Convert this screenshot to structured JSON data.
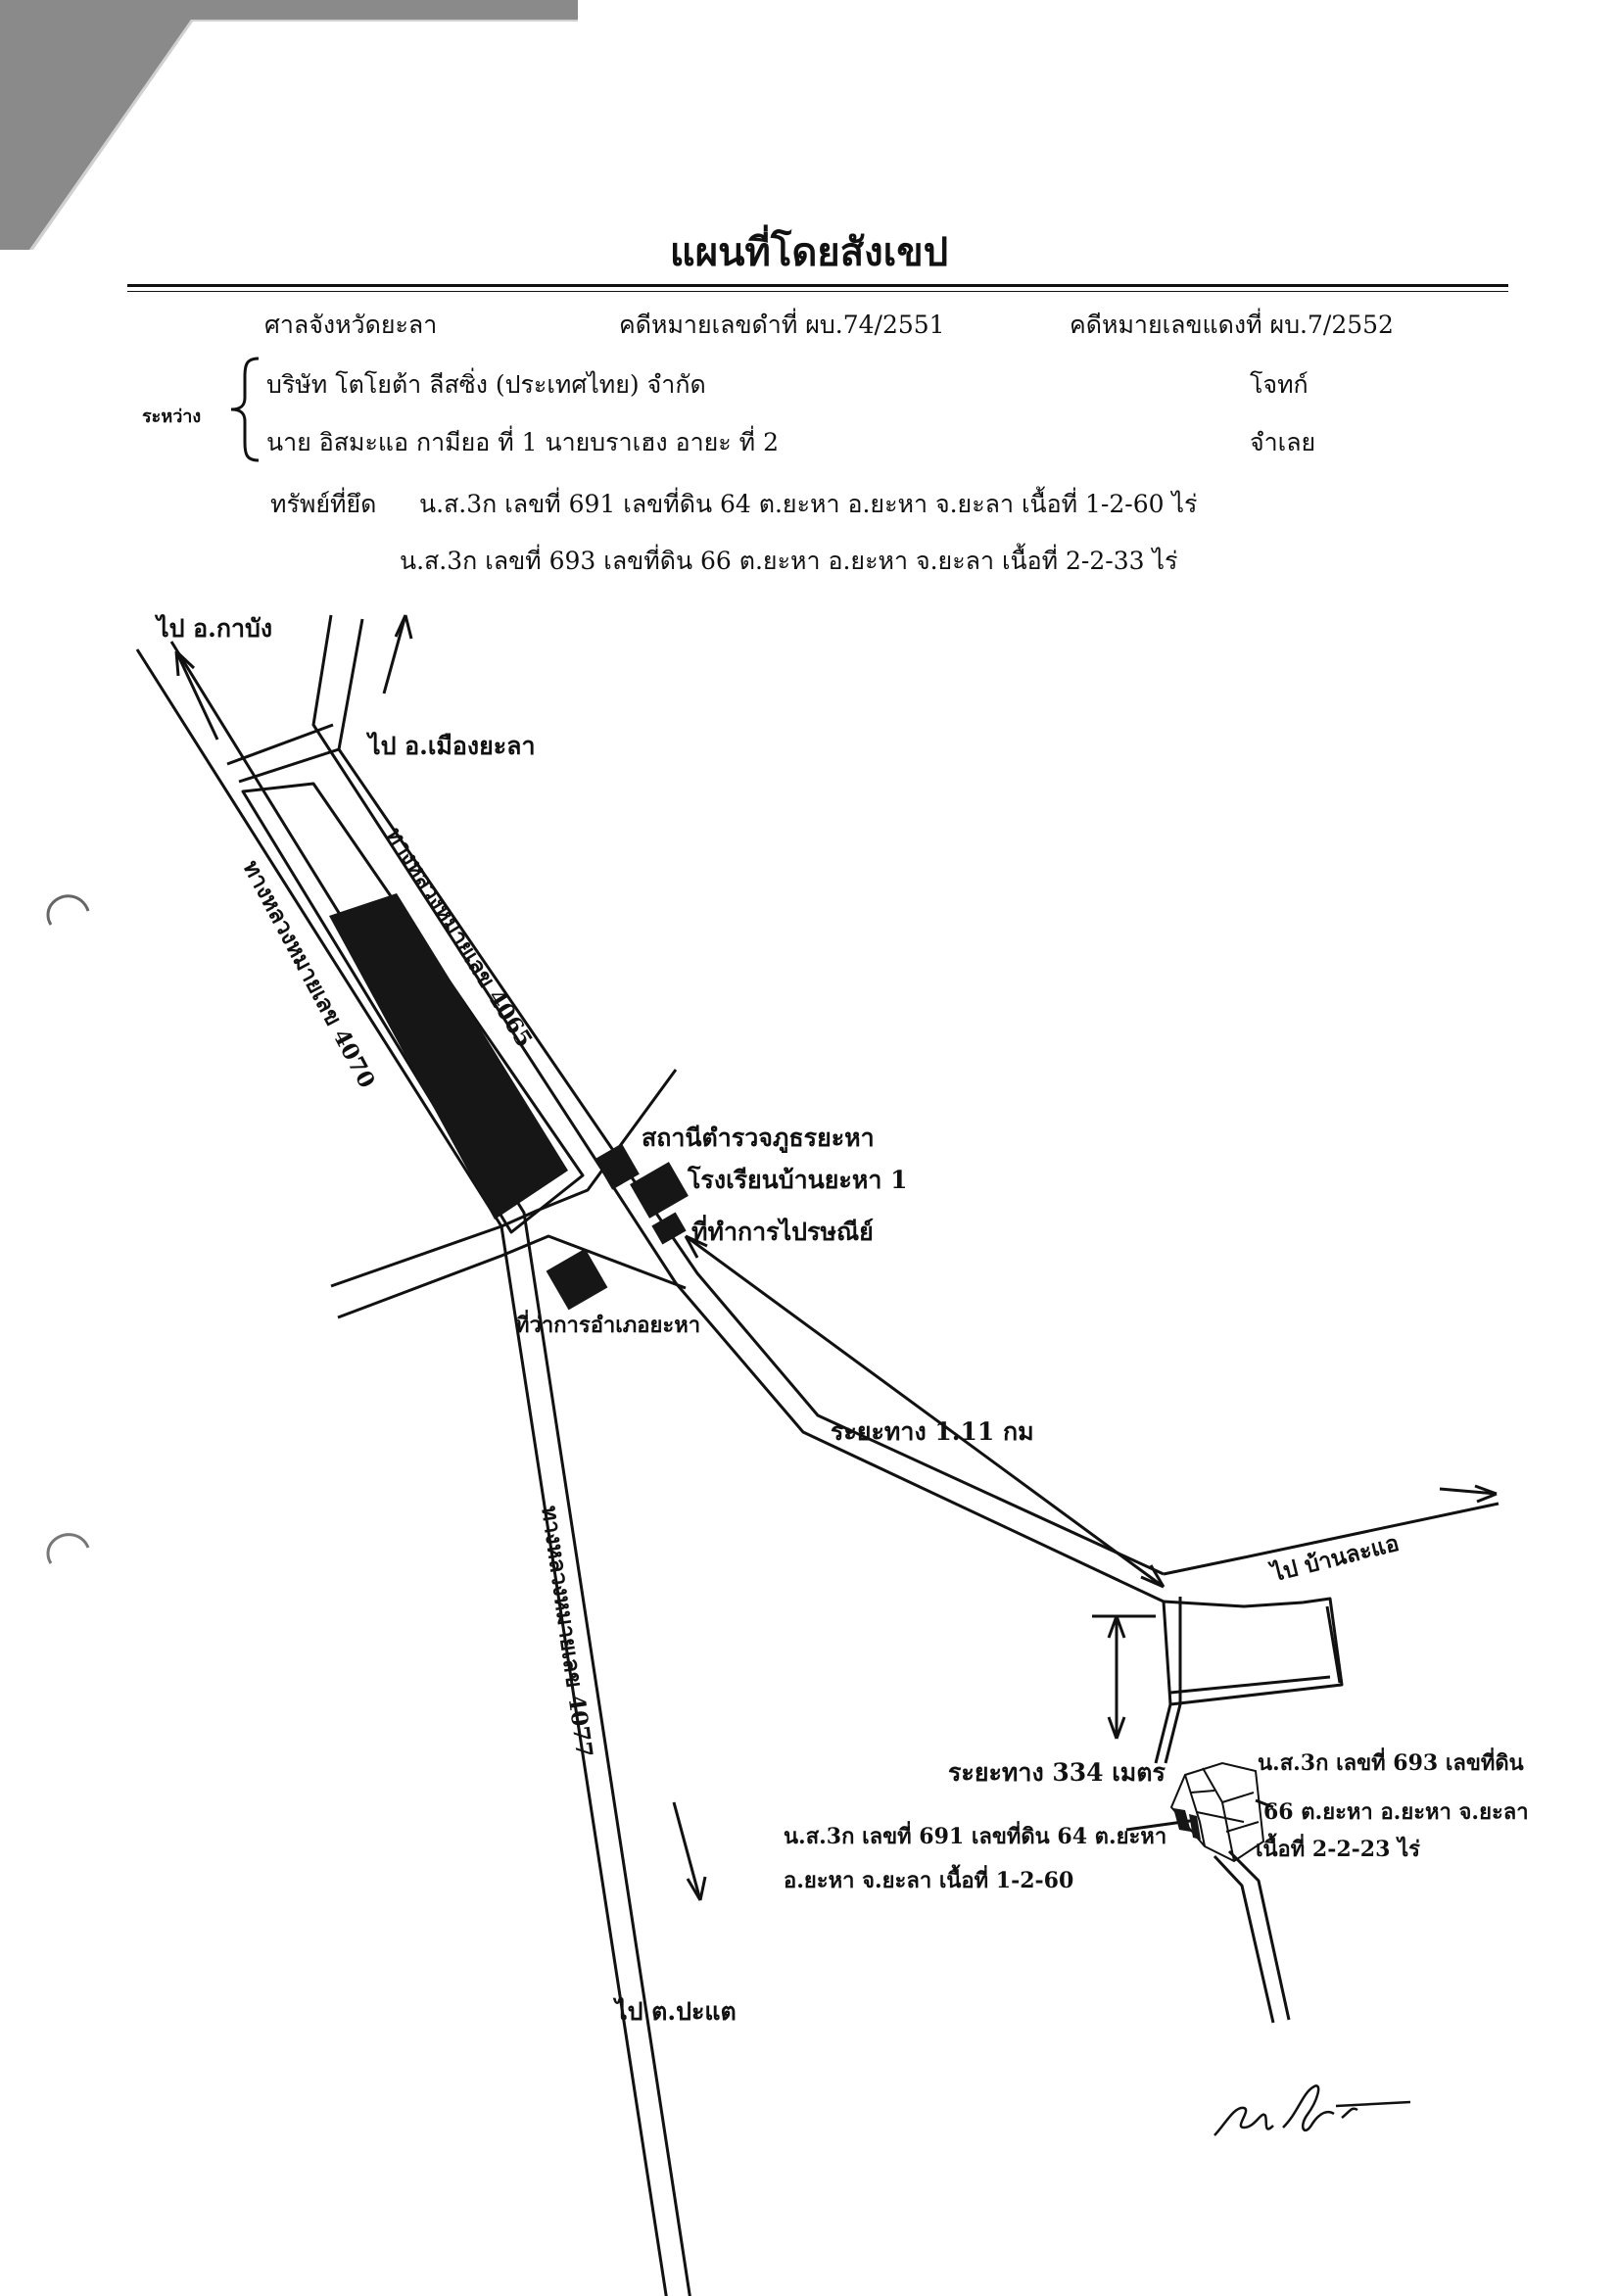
{
  "header": {
    "title": "แผนที่โดยสังเขป",
    "court": "ศาลจังหวัดยะลา",
    "black_case": "คดีหมายเลขดำที่ ผบ.74/2551",
    "red_case": "คดีหมายเลขแดงที่ ผบ.7/2552",
    "between_label": "ระหว่าง",
    "plaintiff_name": "บริษัท โตโยต้า ลีสซิ่ง (ประเทศไทย) จำกัด",
    "plaintiff_role": "โจทก์",
    "defendant_name": "นาย อิสมะแอ กามียอ ที่ 1 นายบราเฮง อายะ ที่ 2",
    "defendant_role": "จำเลย",
    "seized_label": "ทรัพย์ที่ยึด",
    "seized_1": "น.ส.3ก เลขที่ 691 เลขที่ดิน 64 ต.ยะหา อ.ยะหา จ.ยะลา เนื้อที่ 1-2-60 ไร่",
    "seized_2": "น.ส.3ก เลขที่ 693 เลขที่ดิน 66 ต.ยะหา อ.ยะหา จ.ยะลา เนื้อที่ 2-2-33 ไร่"
  },
  "map": {
    "to_kabang": "ไป อ.กาบัง",
    "to_mueang_yala": "ไป อ.เมืองยะลา",
    "highway_4065": "ทางหลวงหมายเลข 4065",
    "highway_4070": "ทางหลวงหมายเลข 4070",
    "highway_4077": "ทางหลวงหมายเลข 4077",
    "police_station": "สถานีตำรวจภูธรยะหา",
    "school": "โรงเรียนบ้านยะหา 1",
    "post_office": "ที่ทำการไปรษณีย์",
    "district_office": "ที่ว่าการอำเภอยะหา",
    "distance_1": "ระยะทาง 1.11 กม",
    "to_ban_lae": "ไป บ้านละแอ",
    "distance_2": "ระยะทาง 334 เมตร",
    "parcel_693_line1": "น.ส.3ก เลขที่ 693 เลขที่ดิน",
    "parcel_693_line2": "66 ต.ยะหา อ.ยะหา จ.ยะลา",
    "parcel_693_line3": "เนื้อที่ 2-2-23 ไร่",
    "parcel_691_line1": "น.ส.3ก เลขที่ 691 เลขที่ดิน 64 ต.ยะหา",
    "parcel_691_line2": "อ.ยะหา จ.ยะลา เนื้อที่ 1-2-60",
    "to_pa_tae": "ไป ต.ปะแต"
  },
  "colors": {
    "ink": "#111111",
    "paper": "#ffffff",
    "corner_shadow": "#8a8a8a"
  }
}
